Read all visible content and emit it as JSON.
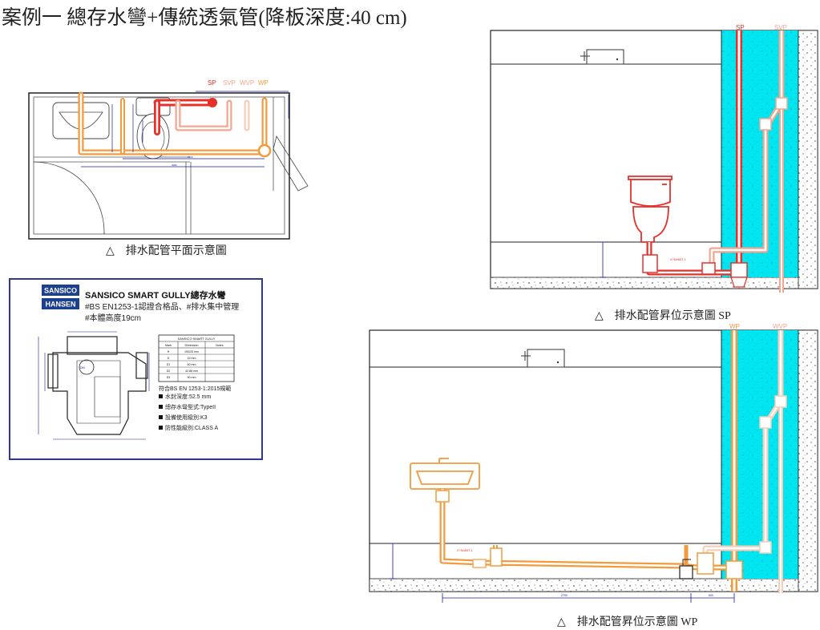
{
  "page": {
    "title": "案例一 總存水彎+傳統透氣管(降板深度:40 cm)"
  },
  "colors": {
    "sp": "#e8302a",
    "svp": "#f4a48f",
    "wvp": "#f7cdb8",
    "wp": "#f39a3c",
    "shaft": "#00e5f0",
    "dim": "#1a1aa8",
    "line": "#222222",
    "card_border": "#2d3a8c",
    "logo_bg": "#1c3f8f"
  },
  "plan": {
    "caption": "△　排水配管平面示意圖",
    "labels": {
      "sp": "SP",
      "svp": "SVP",
      "wvp": "WVP",
      "wp": "WP"
    }
  },
  "sp_section": {
    "caption": "△　排水配管昇位示意圖 SP",
    "labels": {
      "sp": "SP",
      "svp": "SVP"
    }
  },
  "wp_section": {
    "caption": "△　排水配管昇位示意圖 WP",
    "labels": {
      "wp": "WP",
      "wvp": "WVP"
    }
  },
  "product": {
    "logo_top": "SANSICO",
    "logo_bottom": "HANSEN",
    "name": "SANSICO SMART GULLY總存水彎",
    "line1": "#BS EN1253-1認證合格品、#排水集中管理",
    "line2": "#本體高度19cm",
    "table_title": "SANSICO SMART GULLY",
    "table_headers": [
      "Mark",
      "Dimension",
      "Notes"
    ],
    "table_rows": [
      [
        "H",
        "190/25 mm",
        ""
      ],
      [
        "D",
        "15 mm",
        ""
      ],
      [
        "D1",
        "40 mm",
        ""
      ],
      [
        "D2",
        "42.88 mm",
        ""
      ],
      [
        "D3",
        "90 mm",
        ""
      ]
    ],
    "spec_heading": "符合BS EN 1253-1:2015規範",
    "specs": [
      "水封深度:52.5 mm",
      "總存水彎型式:TypeII",
      "設備使用級別:K3",
      "防性能級別:CLASS A"
    ]
  }
}
